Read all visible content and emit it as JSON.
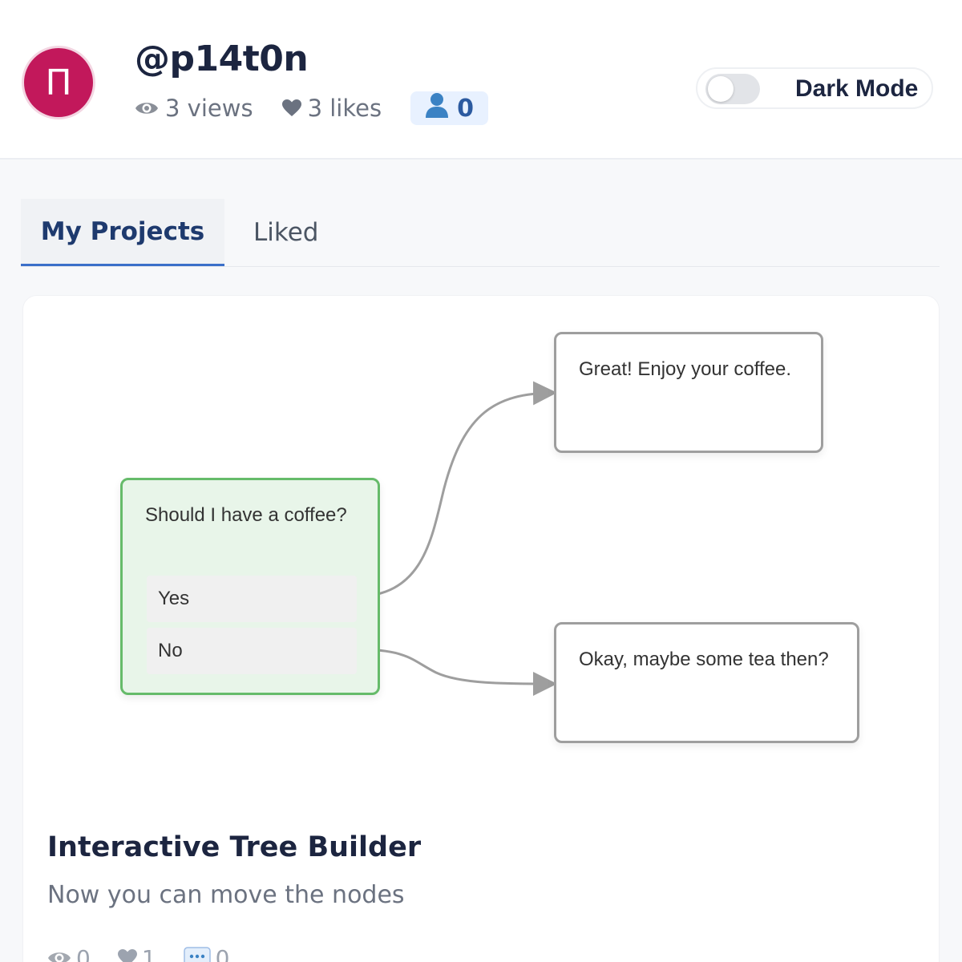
{
  "profile": {
    "avatar_letter": "П",
    "username": "@p14t0n",
    "views": "3 views",
    "likes": "3 likes",
    "followers": "0"
  },
  "dark_mode": {
    "label": "Dark Mode",
    "enabled": false
  },
  "tabs": [
    {
      "label": "My Projects",
      "active": true
    },
    {
      "label": "Liked",
      "active": false
    }
  ],
  "project": {
    "tree": {
      "question": "Should I have a coffee?",
      "options": [
        "Yes",
        "No"
      ],
      "answers": [
        "Great! Enjoy your coffee.",
        "Okay, maybe some tea then?"
      ]
    },
    "title": "Interactive Tree Builder",
    "description": "Now you can move the nodes",
    "views": "0",
    "likes": "1",
    "comments": "0"
  },
  "colors": {
    "avatar": "#c2185b",
    "accent": "#3b6fc9",
    "question_node_bg": "#e8f5e9",
    "question_node_border": "#66bb6a",
    "edge": "#9e9e9e"
  }
}
